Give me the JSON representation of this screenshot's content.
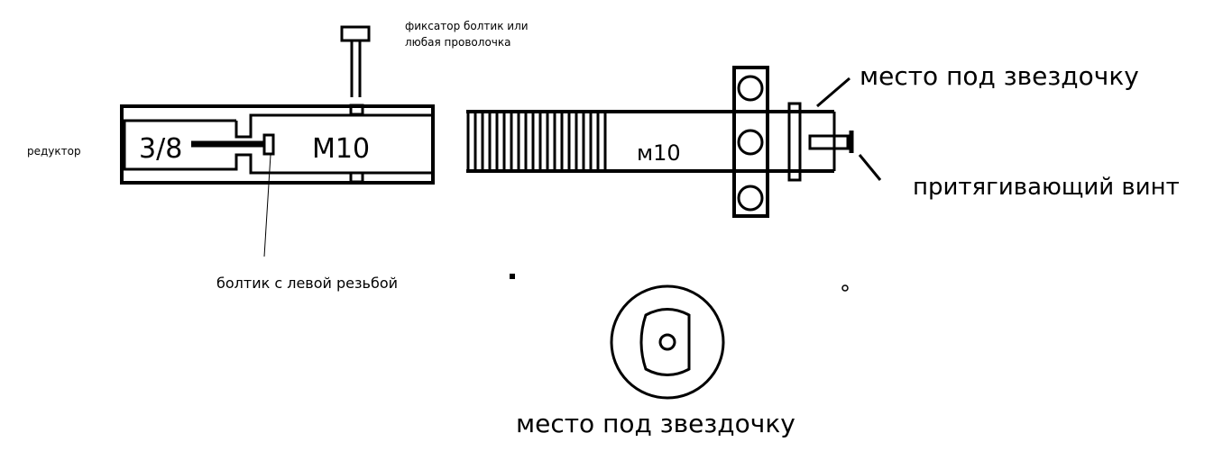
{
  "labels": {
    "reducer": "редуктор",
    "drive": "3/8",
    "m10_left": "M10",
    "retainer_line1": "фиксатор болтик или",
    "retainer_line2": "любая проволочка",
    "left_thread_bolt": "болтик с левой резьбой",
    "m10_right": "м10",
    "sprocket_place_top": "место под звездочку",
    "tension_screw": "притягивающий винт",
    "sprocket_place_bottom": "место под звездочку"
  },
  "colors": {
    "ink": "#000000",
    "paper": "#ffffff"
  }
}
